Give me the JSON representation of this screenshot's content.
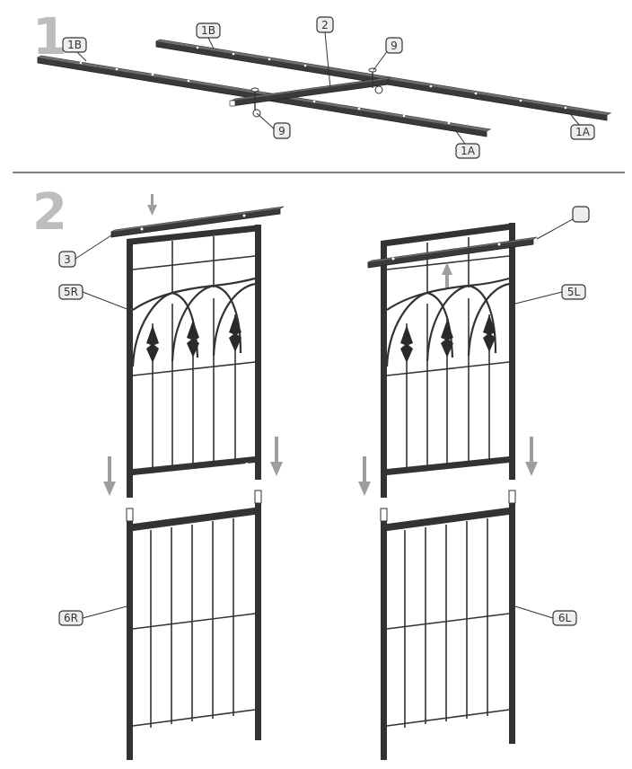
{
  "steps": {
    "step1": "1",
    "step2": "2"
  },
  "labels": {
    "bar_1b_left": "1B",
    "bar_1b_right": "1B",
    "bar_2": "2",
    "bolt_9_top": "9",
    "bolt_9_bottom": "9",
    "bar_1a_front": "1A",
    "bar_1a_back": "1A",
    "bar_3": "3",
    "blank_tag": "",
    "panel_5r": "5R",
    "panel_5l": "5L",
    "panel_6r": "6R",
    "panel_6l": "6L"
  },
  "colors": {
    "metal": "#3a3a3a",
    "arrow": "#9e9e9e",
    "step_number": "#bdbdbd",
    "tag_fill": "#eeeeee"
  }
}
